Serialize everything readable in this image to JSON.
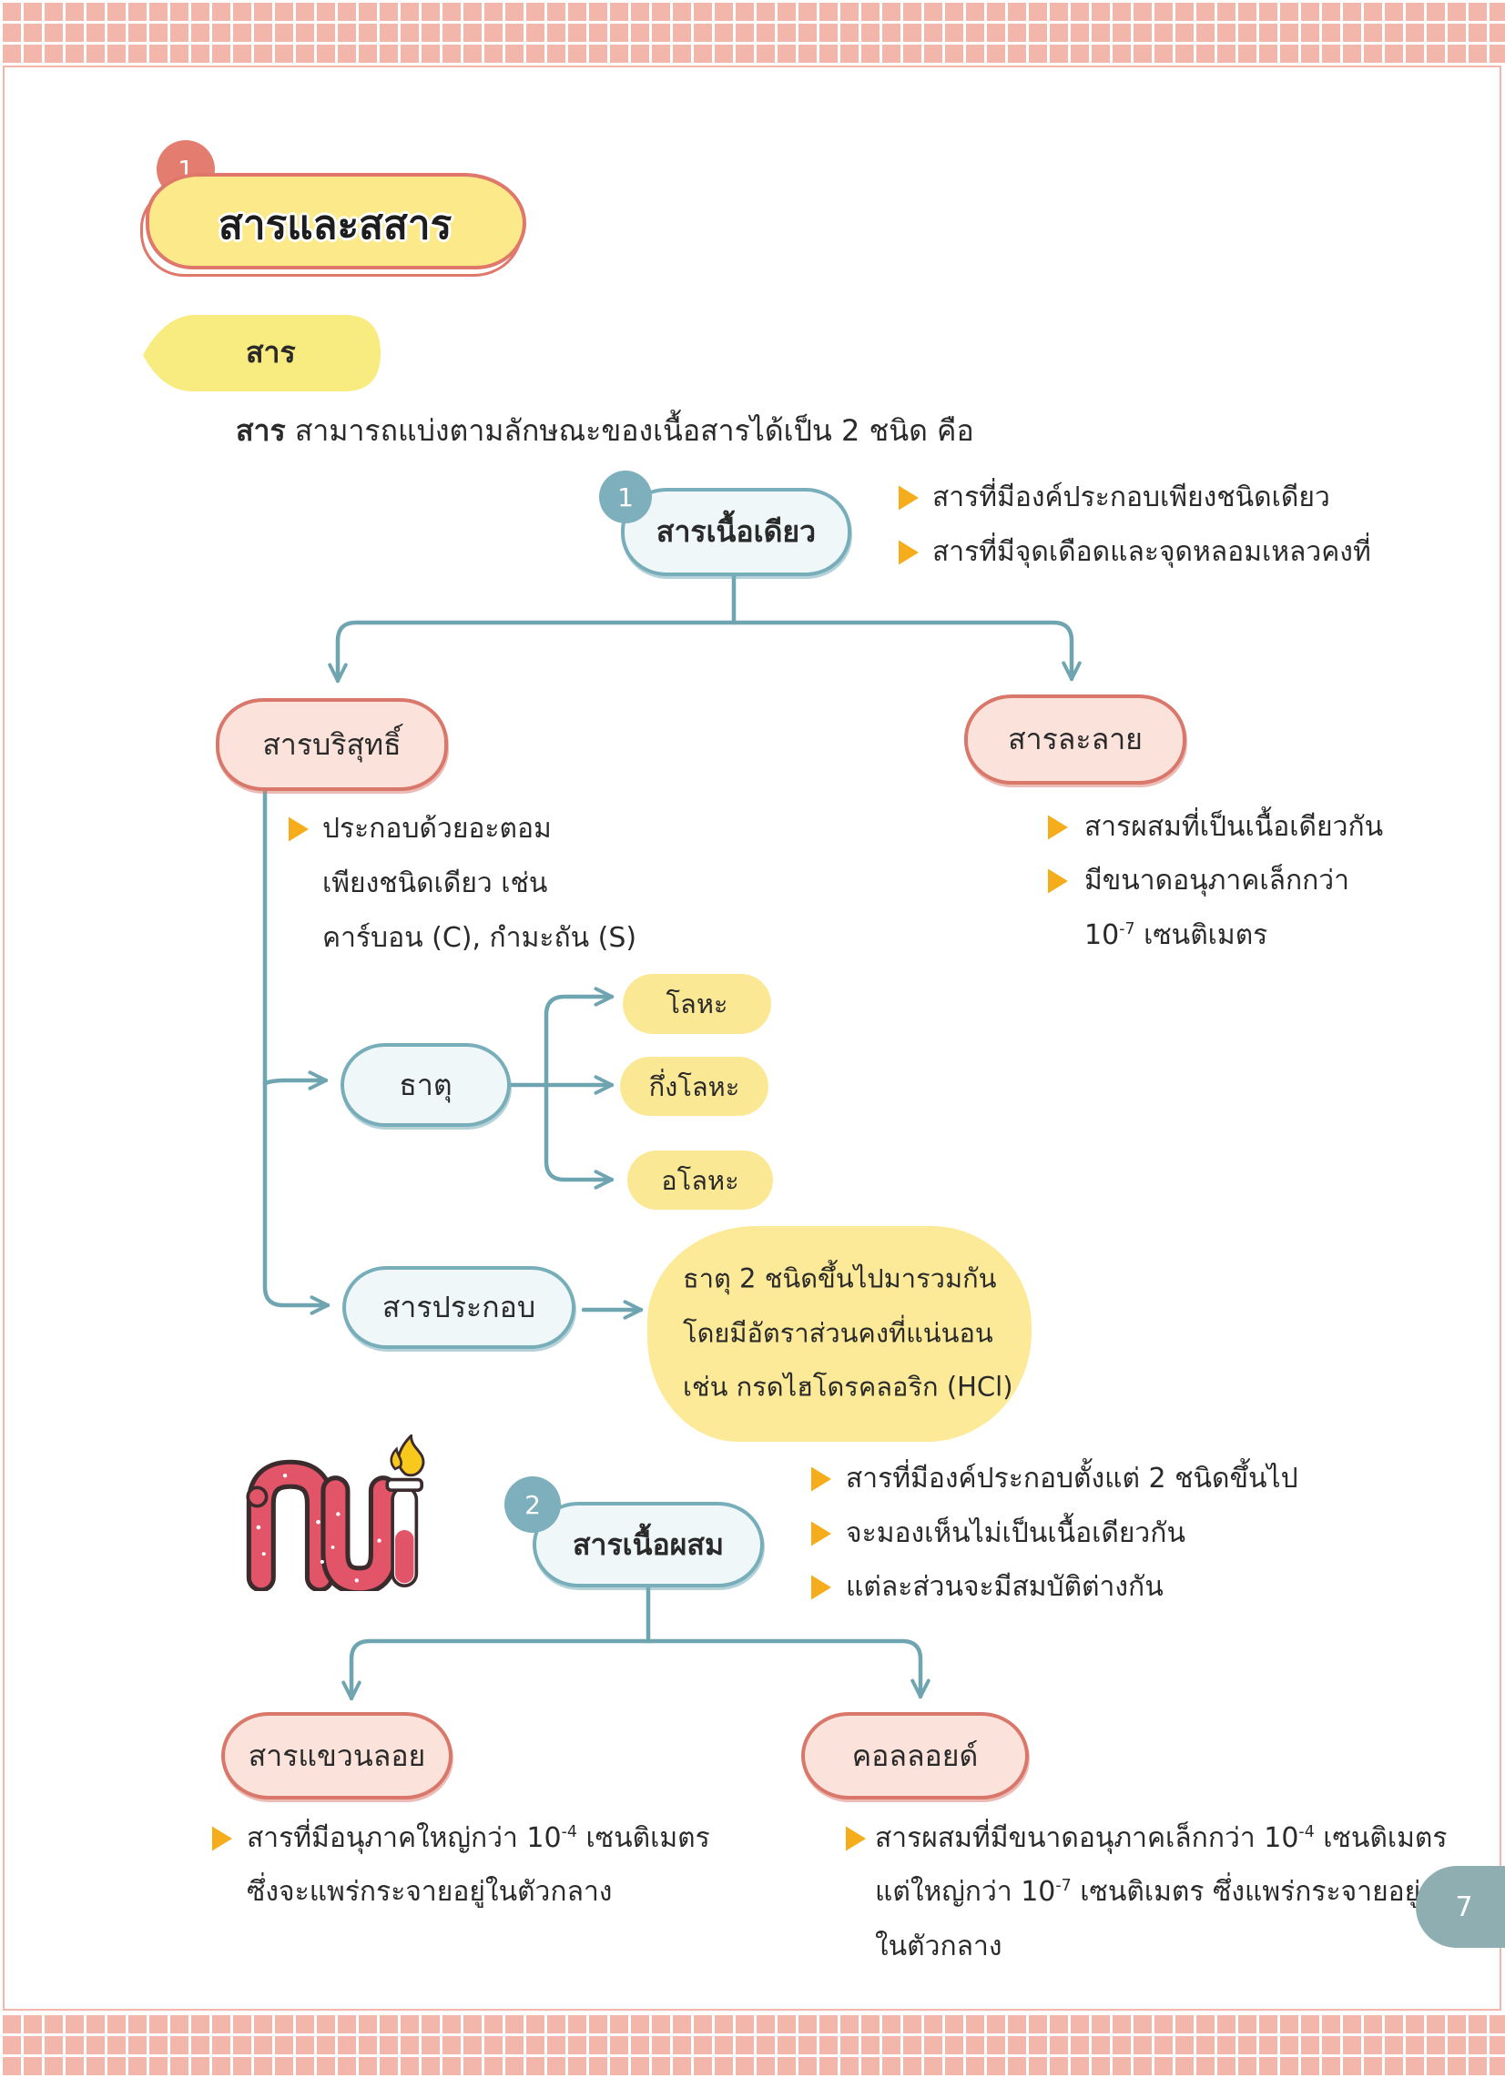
{
  "page": {
    "number": "7"
  },
  "section": {
    "number": "1",
    "title": "สารและสสาร"
  },
  "subsection": {
    "title": "สาร"
  },
  "intro": {
    "term": "สาร",
    "text": " สามารถแบ่งตามลักษณะของเนื้อสารได้เป็น 2 ชนิด คือ"
  },
  "homogeneous": {
    "number": "1",
    "label": "สารเนื้อเดียว",
    "bullets": [
      "สารที่มีองค์ประกอบเพียงชนิดเดียว",
      "สารที่มีจุดเดือดและจุดหลอมเหลวคงที่"
    ],
    "pure_substance": {
      "label": "สารบริสุทธิ์",
      "description_lines": [
        "ประกอบด้วยอะตอม",
        "เพียงชนิดเดียว เช่น",
        "คาร์บอน (C), กำมะถัน (S)"
      ],
      "element": {
        "label": "ธาตุ",
        "types": [
          "โลหะ",
          "กึ่งโลหะ",
          "อโลหะ"
        ]
      },
      "compound": {
        "label": "สารประกอบ",
        "description_lines": [
          "ธาตุ 2 ชนิดขึ้นไปมารวมกัน",
          "โดยมีอัตราส่วนคงที่แน่นอน",
          "เช่น กรดไฮโดรคลอริก (HCl)"
        ]
      }
    },
    "solution": {
      "label": "สารละลาย",
      "bullet_1": "สารผสมที่เป็นเนื้อเดียวกัน",
      "bullet_2": {
        "line_1": "มีขนาดอนุภาคเล็กกว่า",
        "line_2": {
          "pre": "10",
          "exp": "-7",
          "post": " เซนติเมตร"
        }
      }
    }
  },
  "heterogeneous": {
    "number": "2",
    "label": "สารเนื้อผสม",
    "bullets": [
      "สารที่มีองค์ประกอบตั้งแต่ 2 ชนิดขึ้นไป",
      "จะมองเห็นไม่เป็นเนื้อเดียวกัน",
      "แต่ละส่วนจะมีสมบัติต่างกัน"
    ],
    "suspension": {
      "label": "สารแขวนลอย",
      "line_1": {
        "pre": "สารที่มีอนุภาคใหญ่กว่า 10",
        "exp": "-4",
        "post": " เซนติเมตร"
      },
      "line_2": "ซึ่งจะแพร่กระจายอยู่ในตัวกลาง"
    },
    "colloid": {
      "label": "คอลลอยด์",
      "line_1": {
        "pre": "สารผสมที่มีขนาดอนุภาคเล็กกว่า 10",
        "exp": "-4",
        "post": " เซนติเมตร"
      },
      "line_2": {
        "pre": "แต่ใหญ่กว่า 10",
        "exp": "-7",
        "post": " เซนติเมตร ซึ่งแพร่กระจายอยู่"
      },
      "line_3": "ในตัวกลาง"
    }
  },
  "icons": {
    "bullet": "triangle-bullet-icon",
    "illustration": "test-tube-flame-doodle"
  },
  "colors": {
    "band_pink": "#f2b6ab",
    "coral": "#df776b",
    "pink_fill": "#fbe3dc",
    "teal": "#78adba",
    "teal_fill": "#f0f7f8",
    "yellow": "#fbe895",
    "bullet_orange": "#f5ad1b",
    "page_tab": "#8faeb2"
  }
}
